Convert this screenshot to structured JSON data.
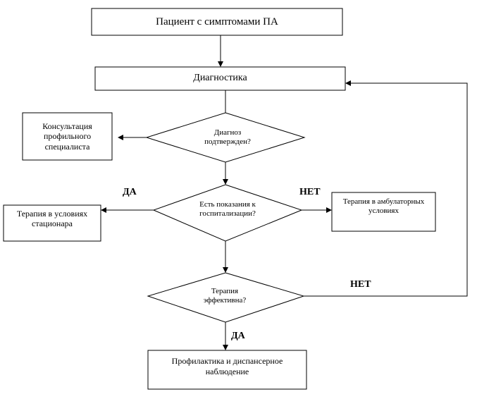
{
  "nodes": {
    "patient": "Пациент с симптомами ПА",
    "diagnostics": "Диагностика",
    "consult": "Консультация профильного специалиста",
    "diag_confirmed": "Диагноз подтвержден?",
    "hosp_indication": "Есть показания к госпитализации?",
    "inpatient": "Терапия в условиях стационара",
    "outpatient": "Терапия в амбулаторных условиях",
    "therapy_effective": "Терапия эффективна?",
    "prevention": "Профилактика и диспансерное наблюдение"
  },
  "labels": {
    "yes_hosp": "ДА",
    "no_hosp": "НЕТ",
    "no_effective": "НЕТ",
    "yes_effective": "ДА"
  }
}
